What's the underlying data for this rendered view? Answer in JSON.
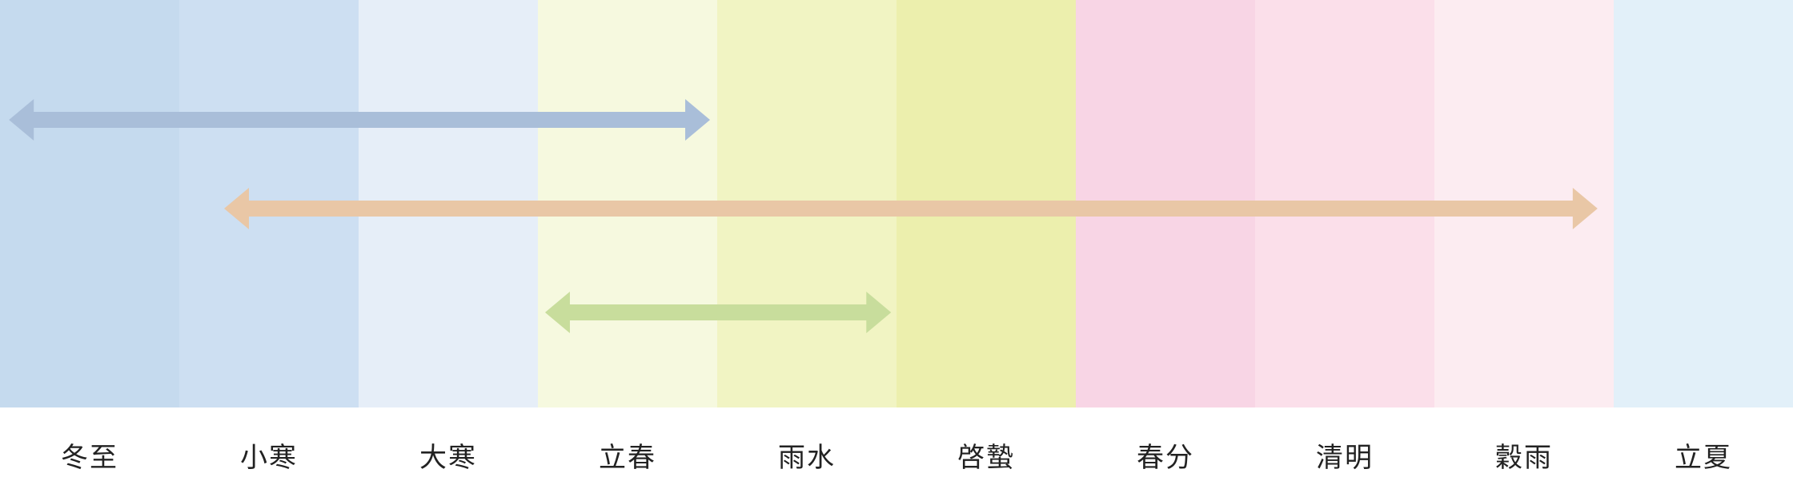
{
  "terms": [
    {
      "label": "冬至",
      "color": "#c5daee"
    },
    {
      "label": "小寒",
      "color": "#cddff2"
    },
    {
      "label": "大寒",
      "color": "#e6eef8"
    },
    {
      "label": "立春",
      "color": "#f6f9df"
    },
    {
      "label": "雨水",
      "color": "#f1f4c3"
    },
    {
      "label": "啓蟄",
      "color": "#ecefad"
    },
    {
      "label": "春分",
      "color": "#f8d5e5"
    },
    {
      "label": "清明",
      "color": "#fbdfea"
    },
    {
      "label": "穀雨",
      "color": "#fcecf1"
    },
    {
      "label": "立夏",
      "color": "#e2f0f9"
    }
  ],
  "arrows": [
    {
      "name": "blue-span-arrow",
      "from_term": 0.05,
      "to_term": 3.96,
      "color": "#a9bed9"
    },
    {
      "name": "orange-span-arrow",
      "from_term": 1.25,
      "to_term": 8.91,
      "color": "#e9c7a6"
    },
    {
      "name": "green-span-arrow",
      "from_term": 3.04,
      "to_term": 4.97,
      "color": "#c8dd9c"
    }
  ]
}
